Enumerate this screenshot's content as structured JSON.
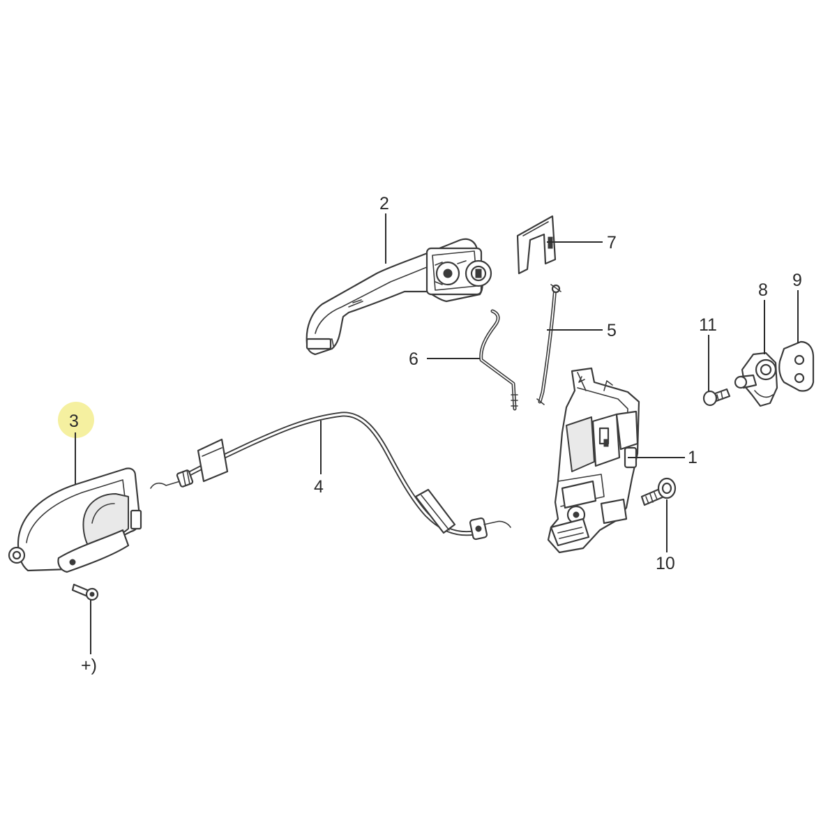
{
  "callouts": [
    {
      "id": "1",
      "text": "1"
    },
    {
      "id": "2",
      "text": "2"
    },
    {
      "id": "3",
      "text": "3"
    },
    {
      "id": "4",
      "text": "4"
    },
    {
      "id": "5",
      "text": "5"
    },
    {
      "id": "6",
      "text": "6"
    },
    {
      "id": "7",
      "text": "7"
    },
    {
      "id": "8",
      "text": "8"
    },
    {
      "id": "9",
      "text": "9"
    },
    {
      "id": "10",
      "text": "10"
    },
    {
      "id": "11",
      "text": "11"
    },
    {
      "id": "note",
      "text": "+)"
    }
  ],
  "highlight": {
    "callout": "3",
    "color": "#f5f0a0"
  }
}
